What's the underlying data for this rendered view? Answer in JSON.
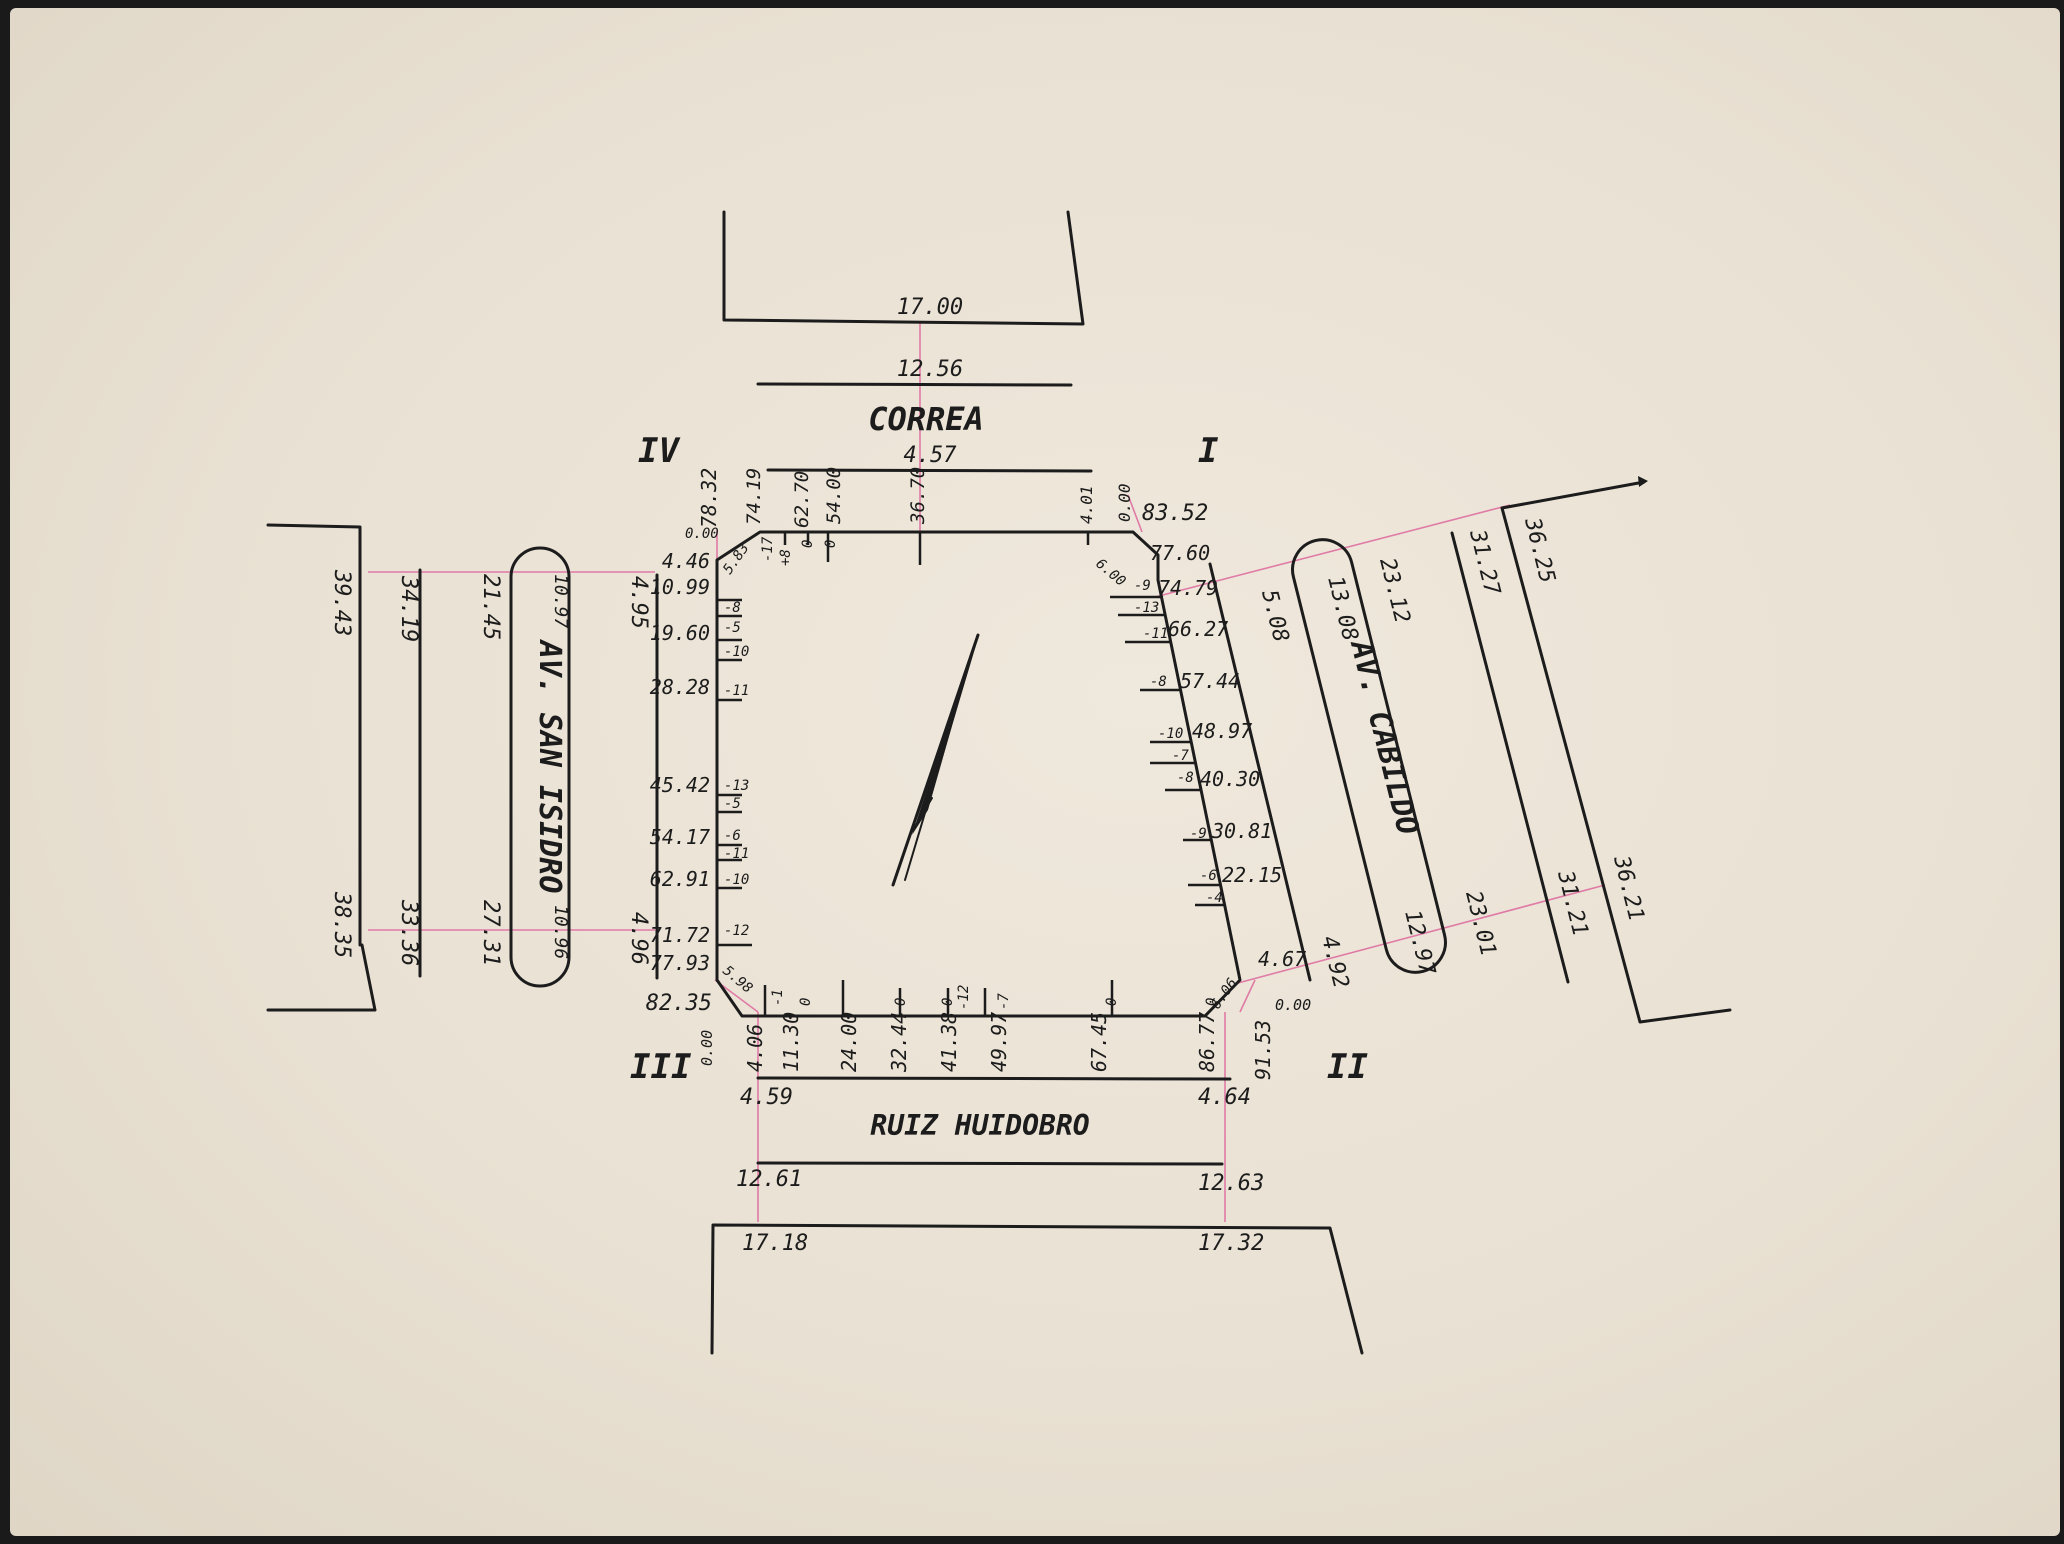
{
  "streets": {
    "top": "CORREA",
    "bottom": "RUIZ HUIDOBRO",
    "left": "AV. SAN ISIDRO",
    "right": "AV. CABILDO"
  },
  "corners": {
    "i": "I",
    "ii": "II",
    "iii": "III",
    "iv": "IV"
  },
  "top_axis": {
    "front": "17.00",
    "curb_far": "12.56",
    "curb_near": "4.57"
  },
  "bottom_axis": {
    "left": {
      "inner": "4.59",
      "curb": "12.61",
      "front": "17.18"
    },
    "right": {
      "inner": "4.64",
      "curb": "12.63",
      "front": "17.32"
    }
  },
  "left_axis": {
    "upper": {
      "inner": "4.95",
      "median_near": "21.45",
      "median_far": "10.97",
      "curb": "34.19",
      "front": "39.43"
    },
    "lower": {
      "inner": "4.96",
      "median_near": "27.31",
      "median_far": "10.96",
      "curb": "33.36",
      "front": "38.35"
    }
  },
  "right_axis": {
    "upper": {
      "inner": "5.08",
      "median_near": "23.12",
      "median_far": "13.08",
      "curb": "31.27",
      "front": "36.25"
    },
    "lower": {
      "inner": "4.92",
      "median_near": "23.01",
      "median_far": "12.97",
      "curb": "31.21",
      "front": "36.21"
    }
  },
  "top_edge": {
    "chainages": [
      "0.00",
      "78.32",
      "74.19",
      "62.70",
      "54.00",
      "36.70",
      "4.01",
      "0.00",
      "83.52"
    ],
    "marks": [
      "-17",
      "+8",
      "0",
      "0"
    ]
  },
  "left_edge": {
    "chainages": [
      "4.46",
      "10.99",
      "19.60",
      "28.28",
      "45.42",
      "54.17",
      "62.91",
      "71.72",
      "77.93",
      "82.35"
    ],
    "marks": [
      "5.83",
      "-8",
      "-5",
      "-10",
      "-11",
      "-13",
      "-5",
      "-6",
      "-11",
      "-10",
      "-12",
      "5.98"
    ]
  },
  "right_edge": {
    "chainages": [
      "77.60",
      "74.79",
      "66.27",
      "57.44",
      "48.97",
      "40.30",
      "30.81",
      "22.15",
      "4.67"
    ],
    "marks": [
      "6.00",
      "-9",
      "-13",
      "-11",
      "-8",
      "-10",
      "-7",
      "-8",
      "-9",
      "-6",
      "-4",
      "6.06"
    ]
  },
  "bottom_edge": {
    "chainages": [
      "0.00",
      "4.06",
      "11.30",
      "24.00",
      "32.44",
      "41.38",
      "49.97",
      "67.45",
      "86.77",
      "91.53",
      "0.00"
    ],
    "marks": [
      "-1",
      "0",
      "0",
      "0",
      "-12",
      "-7",
      "0",
      "0"
    ]
  }
}
